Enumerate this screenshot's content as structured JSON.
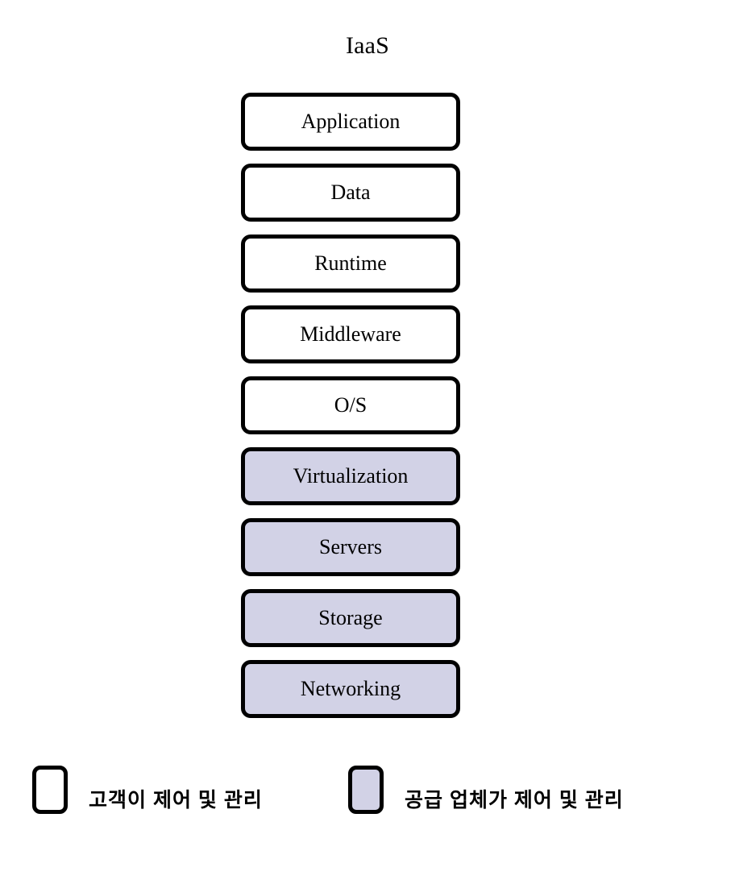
{
  "diagram": {
    "title": "IaaS",
    "type": "cloud-service-model-responsibility-stack",
    "colors": {
      "background": "#ffffff",
      "border": "#000000",
      "text": "#000000",
      "customer_managed_fill": "#ffffff",
      "vendor_managed_fill": "#d2d2e6"
    },
    "layers": [
      {
        "label": "Application",
        "managed_by": "customer"
      },
      {
        "label": "Data",
        "managed_by": "customer"
      },
      {
        "label": "Runtime",
        "managed_by": "customer"
      },
      {
        "label": "Middleware",
        "managed_by": "customer"
      },
      {
        "label": "O/S",
        "managed_by": "customer"
      },
      {
        "label": "Virtualization",
        "managed_by": "vendor"
      },
      {
        "label": "Servers",
        "managed_by": "vendor"
      },
      {
        "label": "Storage",
        "managed_by": "vendor"
      },
      {
        "label": "Networking",
        "managed_by": "vendor"
      }
    ],
    "legend": [
      {
        "label": "고객이 제어 및 관리",
        "swatch": "unshaded"
      },
      {
        "label": "공급 업체가 제어 및 관리",
        "swatch": "shaded"
      }
    ]
  }
}
